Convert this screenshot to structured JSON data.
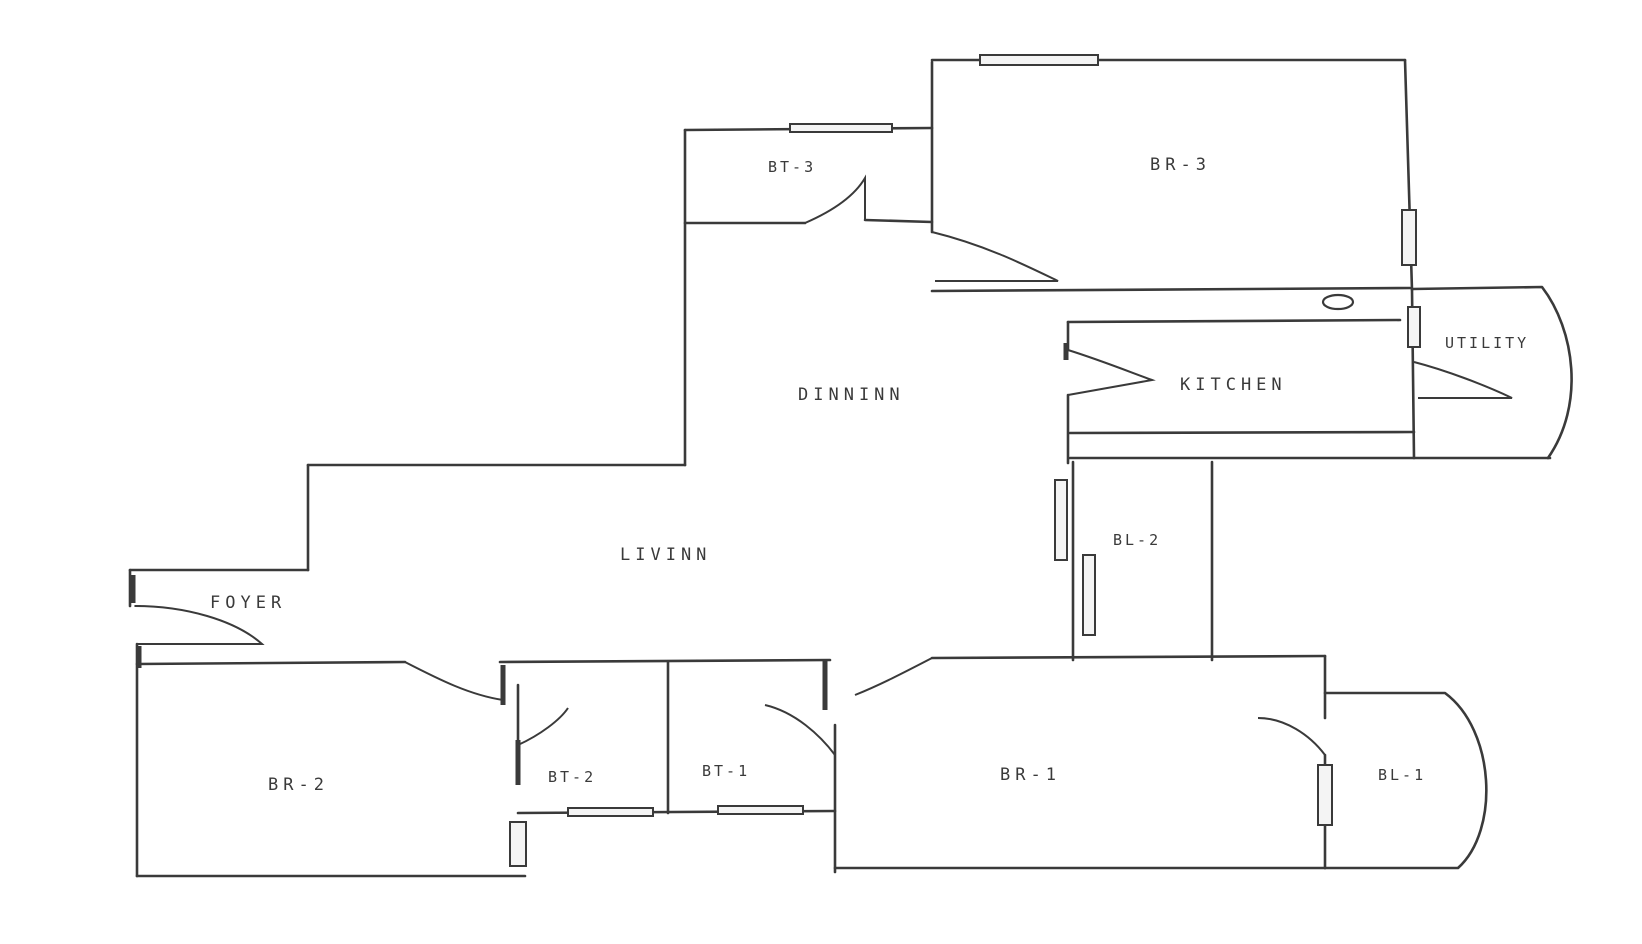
{
  "labels": {
    "br3": "BR-3",
    "bt3": "BT-3",
    "dinning": "DINNINN",
    "kitchen": "KITCHEN",
    "utility": "UTILITY",
    "living": "LIVINN",
    "foyer": "FOYER",
    "bl2": "BL-2",
    "br2": "BR-2",
    "bt2": "BT-2",
    "bt1": "BT-1",
    "br1": "BR-1",
    "bl1": "BL-1"
  }
}
